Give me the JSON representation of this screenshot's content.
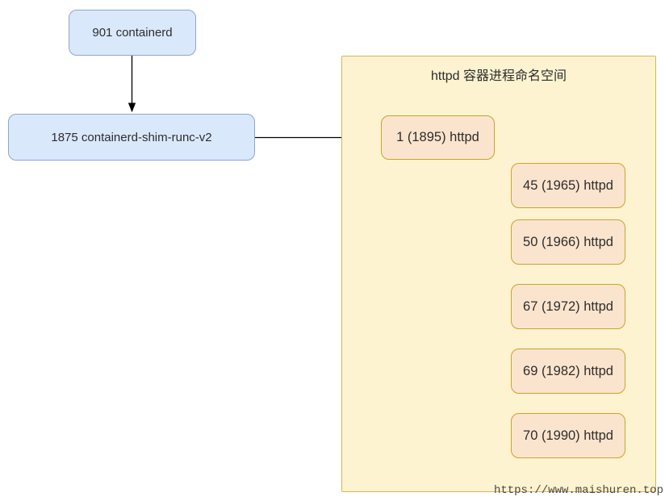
{
  "diagram": {
    "host_nodes": {
      "containerd": "901 containerd",
      "shim": "1875 containerd-shim-runc-v2"
    },
    "namespace": {
      "title": "httpd 容器进程命名空间",
      "root_process": "1 (1895) httpd",
      "children": [
        "45 (1965) httpd",
        "50 (1966) httpd",
        "67 (1972) httpd",
        "69 (1982) httpd",
        "70 (1990) httpd"
      ]
    },
    "colors": {
      "blue_fill": "#dae8fc",
      "blue_stroke": "#8ea7cc",
      "container_fill": "#fdf3d0",
      "container_stroke": "#d6b656",
      "peach_fill": "#fbe4cd",
      "peach_stroke": "#c9a42e",
      "arrow": "#000000"
    },
    "watermark": "https://www.maishuren.top"
  }
}
